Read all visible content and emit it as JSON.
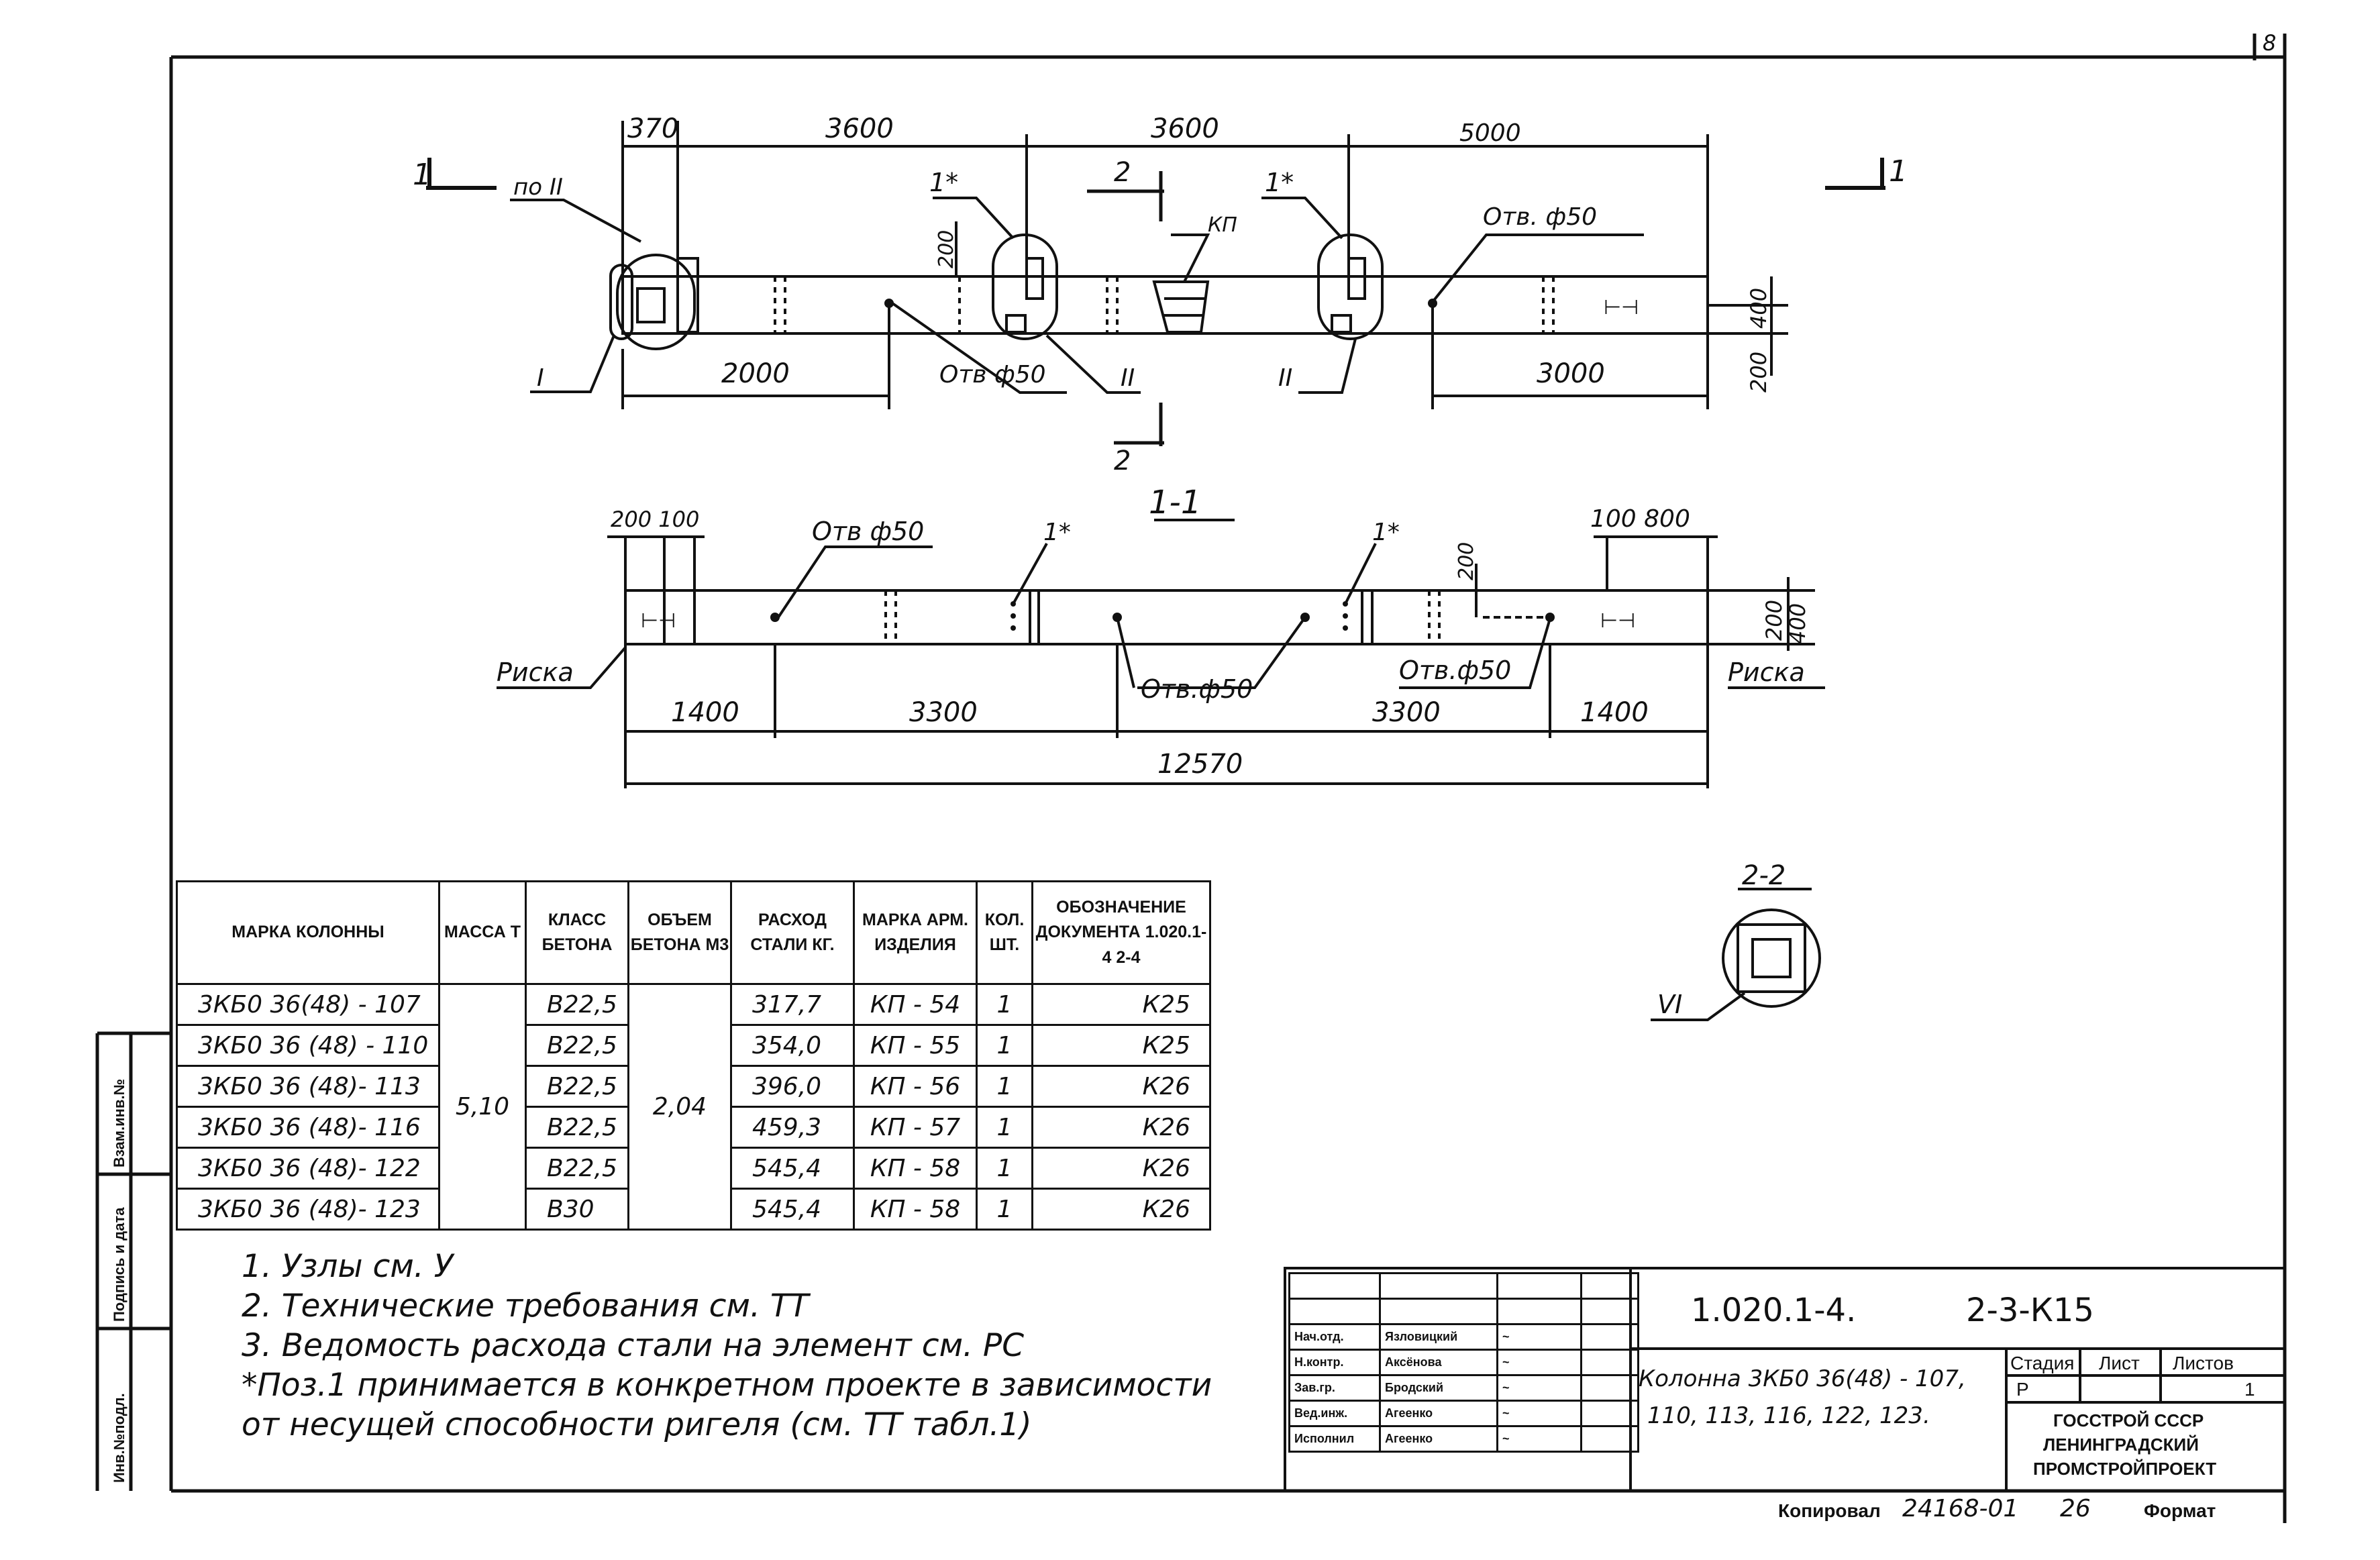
{
  "sheet_corner": "8",
  "plan": {
    "section_mark_left": "1",
    "section_mark_right": "1",
    "dims_top": [
      "370",
      "3600",
      "3600",
      "5000"
    ],
    "dims_bottom": [
      "2000",
      "3000"
    ],
    "dims_right": [
      "400",
      "200"
    ],
    "dim_vertical_mid": "200",
    "section_22_top": "2",
    "section_22_bottom": "2",
    "callout_po": "по II",
    "callout_1star_a": "1*",
    "callout_1star_b": "1*",
    "callout_kp": "КП",
    "callout_hole_a": "Отв. ф50",
    "callout_hole_b": "Отв ф50",
    "node_I": "I",
    "node_II_a": "II",
    "node_II_b": "II"
  },
  "section11": {
    "title": "1-1",
    "dims_top_left": "200 100",
    "dims_top_right": "100 800",
    "dims_bottom": [
      "1400",
      "3300",
      "3300",
      "1400"
    ],
    "total": "12570",
    "dims_right": [
      "200",
      "400"
    ],
    "dim_vertical_mid": "200",
    "hole_a": "Отв ф50",
    "hole_b": "Отв.ф50",
    "hole_c": "Отв.ф50",
    "star_a": "1*",
    "star_b": "1*",
    "riska_left": "Риска",
    "riska_right": "Риска"
  },
  "section22": {
    "title": "2-2",
    "node": "VI"
  },
  "side_stamps": [
    "Взам.инв.№",
    "Подпись и дата",
    "Инв.№подл."
  ],
  "table": {
    "headers": {
      "mark": "МАРКА КОЛОННЫ",
      "mass": "МАССА Т",
      "class": "КЛАСС БЕТОНА",
      "volume": "ОБЪЕМ БЕТОНА М3",
      "steel": "РАСХОД СТАЛИ КГ.",
      "arm": "МАРКА АРМ. ИЗДЕЛИЯ",
      "qty": "КОЛ. ШТ.",
      "doc": "ОБОЗНАЧЕНИЕ ДОКУМЕНТА 1.020.1-4 2-4"
    },
    "mass": "5,10",
    "volume": "2,04",
    "rows": [
      {
        "mark": "3КБ0 36(48) - 107",
        "class": "В22,5",
        "steel": "317,7",
        "arm": "КП - 54",
        "qty": "1",
        "doc": "К25"
      },
      {
        "mark": "3КБ0 36 (48) - 110",
        "class": "В22,5",
        "steel": "354,0",
        "arm": "КП - 55",
        "qty": "1",
        "doc": "К25"
      },
      {
        "mark": "3КБ0 36 (48)- 113",
        "class": "В22,5",
        "steel": "396,0",
        "arm": "КП - 56",
        "qty": "1",
        "doc": "К26"
      },
      {
        "mark": "3КБ0 36 (48)- 116",
        "class": "В22,5",
        "steel": "459,3",
        "arm": "КП - 57",
        "qty": "1",
        "doc": "К26"
      },
      {
        "mark": "3КБ0 36 (48)- 122",
        "class": "В22,5",
        "steel": "545,4",
        "arm": "КП - 58",
        "qty": "1",
        "doc": "К26"
      },
      {
        "mark": "3КБ0 36 (48)- 123",
        "class": "В30",
        "steel": "545,4",
        "arm": "КП - 58",
        "qty": "1",
        "doc": "К26"
      }
    ]
  },
  "notes": [
    "1. Узлы см. У",
    "2. Технические требования см. ТТ",
    "3. Ведомость расхода стали на элемент см. РС",
    "*Поз.1 принимается в конкретном проекте в зависимости",
    "от несущей способности ригеля (см. ТТ табл.1)"
  ],
  "title_block": {
    "doc_code": "1.020.1-4.",
    "sheet_code": "2-3-К15",
    "element_line1": "Колонна 3КБ0 36(48) - 107,",
    "element_line2": "110, 113, 116, 122, 123.",
    "stage_label": "Стадия",
    "sheet_label": "Лист",
    "sheets_label": "Листов",
    "stage": "Р",
    "sheets": "1",
    "org_line1": "ГОССТРОЙ СССР",
    "org_line2": "ЛЕНИНГРАДСКИЙ",
    "org_line3": "ПРОМСТРОЙПРОЕКТ",
    "roles": [
      {
        "role": "Нач.отд.",
        "name": "Язловицкий"
      },
      {
        "role": "Н.контр.",
        "name": "Аксёнова"
      },
      {
        "role": "Зав.гр.",
        "name": "Бродский"
      },
      {
        "role": "Вед.инж.",
        "name": "Агеенко"
      },
      {
        "role": "Исполнил",
        "name": "Агеенко"
      }
    ]
  },
  "footer": {
    "copied_label": "Копировал",
    "copy_number": "24168-01",
    "page": "26",
    "format_label": "Формат"
  }
}
